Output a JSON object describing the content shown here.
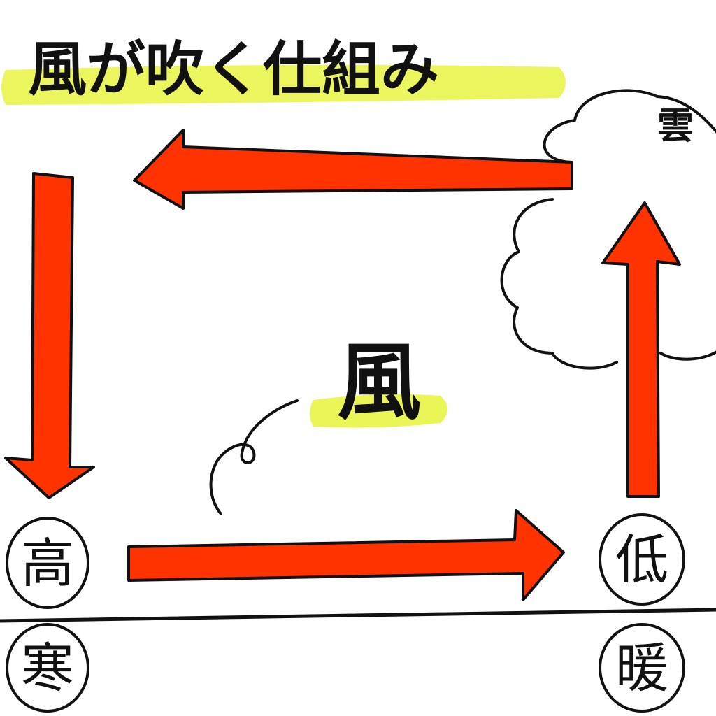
{
  "title": "風が吹く仕組み",
  "wind_label": "風",
  "cloud_label": "雲",
  "left_top_label": "高",
  "left_bottom_label": "寒",
  "right_top_label": "低",
  "right_bottom_label": "暖",
  "colors": {
    "arrow": "#ff3300",
    "highlight": "#e8f542",
    "ink": "#111111",
    "background": "#ffffff"
  }
}
